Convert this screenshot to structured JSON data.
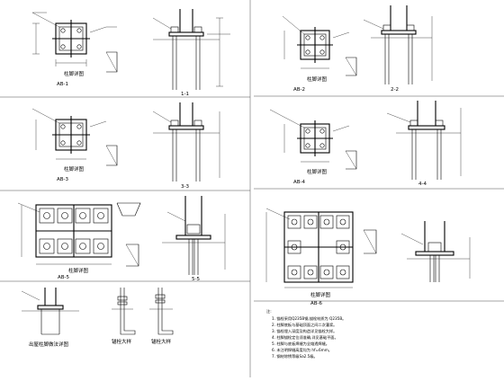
{
  "drawing": {
    "captions": {
      "ab1": "AB-1",
      "ab2": "AB-2",
      "ab3": "AB-3",
      "ab4": "AB-4",
      "ab5": "AB-5",
      "ab6": "AB-6"
    },
    "plan_titles": {
      "p1": "柱脚详图",
      "p2": "柱脚详图",
      "p3": "柱脚详图",
      "p4": "柱脚详图",
      "p5": "柱脚详图",
      "p6": "柱脚详图"
    },
    "section_labels": {
      "s1": "1-1",
      "s2": "2-2",
      "s3": "3-3",
      "s4": "4-4",
      "s5": "5-5"
    },
    "bottom_titles": {
      "left": "出屋柱脚做法详图",
      "bolt1": "锚栓大样",
      "bolt2": "锚栓大样"
    },
    "notes": [
      "注:",
      "1. 锚栓采用Q235B钢,锚栓材质为 Q235B。",
      "2. 柱脚底板与基础顶面之间二次灌浆。",
      "3. 锚栓埋入深度及构造详见锚栓大样。",
      "4. 柱脚锚栓定位须准确,详见基础平面。",
      "5. 柱脚与底板焊缝为全熔透焊缝。",
      "6. 未注明焊缝高度均为 hf=6mm。",
      "7. 钢材除锈等级Sa2.5级。"
    ]
  }
}
